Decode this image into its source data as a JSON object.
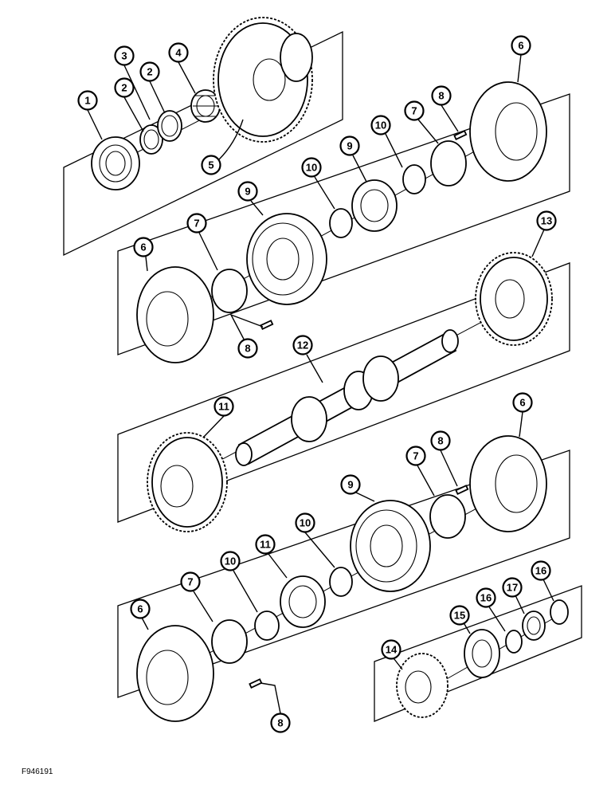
{
  "figure_id": "F946191",
  "callouts": {
    "c1": "1",
    "c2a": "2",
    "c2b": "2",
    "c3": "3",
    "c4": "4",
    "c5": "5",
    "c6a": "6",
    "c7a": "7",
    "c8a": "8",
    "c10a": "10",
    "c9a": "9",
    "c10b": "10",
    "c9b": "9",
    "c7b": "7",
    "c6b": "6",
    "c8b": "8",
    "c13": "13",
    "c12": "12",
    "c11a": "11",
    "c6c": "6",
    "c8c": "8",
    "c7c": "7",
    "c9c": "9",
    "c10c": "10",
    "c11b": "11",
    "c10d": "10",
    "c7d": "7",
    "c6d": "6",
    "c8d": "8",
    "c14": "14",
    "c15": "15",
    "c16a": "16",
    "c17": "17",
    "c16b": "16"
  }
}
